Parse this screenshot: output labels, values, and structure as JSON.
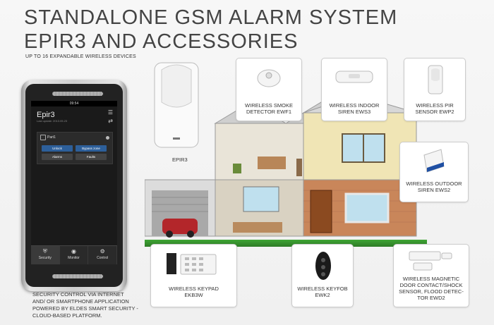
{
  "title_line1": "STANDALONE GSM ALARM SYSTEM",
  "title_line2": "EPIR3 AND ACCESSORIES",
  "subtitle": "UP TO 16 EXPANDABLE WIRELESS DEVICES",
  "caption_lines": [
    "SECURITY CONTROL VIA INTERNET",
    "AND/ OR SMARTPHONE APPLICATION",
    "POWERED BY ELDES SMART SECURITY -",
    "CLOUD-BASED PLATFORM."
  ],
  "phone": {
    "status_time": "09:54",
    "app_name": "Epir3",
    "last_update": "Last update: 2013.05.23",
    "partition": "Part1",
    "buttons": [
      "Unlock",
      "Bypass zone",
      "Alarms",
      "Faults"
    ],
    "tabs": [
      {
        "label": "Security",
        "icon": "shield-icon"
      },
      {
        "label": "Monitor",
        "icon": "eye-icon"
      },
      {
        "label": "Control",
        "icon": "gear-icon"
      }
    ]
  },
  "devices": {
    "epir3": "EPIR3",
    "smoke": [
      "WIRELESS SMOKE",
      "DETECTOR EWF1"
    ],
    "indoor_siren": [
      "WIRELESS INDOOR",
      "SIREN EWS3"
    ],
    "pir": [
      "WIRELESS PIR",
      "SENSOR EWP2"
    ],
    "outdoor_siren": [
      "WIRELESS OUTDOOR",
      "SIREN EWS2"
    ],
    "keypad": [
      "WIRELESS KEYPAD",
      "EKB3W"
    ],
    "keyfob": [
      "WIRELESS KEYFOB",
      "EWK2"
    ],
    "magnetic": [
      "WIRELESS MAGNETIC",
      "DOOR CONTACT/SHOCK",
      "SENSOR, FLOOD DETEC-",
      "TOR EWD2"
    ]
  },
  "colors": {
    "title": "#444444",
    "grass": "#3fa535",
    "app_blue": "#2d5f9a"
  }
}
